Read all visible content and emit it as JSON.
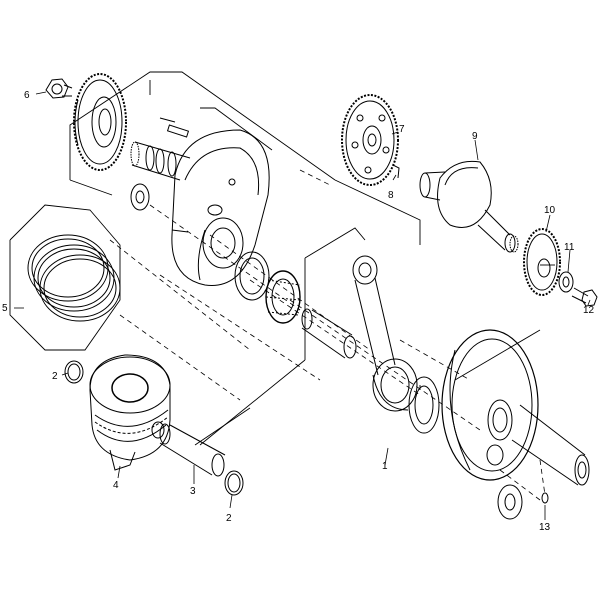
{
  "diagram": {
    "callouts": {
      "c1": "1",
      "c2a": "2",
      "c2b": "2",
      "c3": "3",
      "c4": "4",
      "c5": "5",
      "c6": "6",
      "c7": "7",
      "c8": "8",
      "c9": "9",
      "c10": "10",
      "c11": "11",
      "c12": "12",
      "c13": "13"
    },
    "colors": {
      "line": "#000000",
      "background": "#ffffff"
    }
  }
}
